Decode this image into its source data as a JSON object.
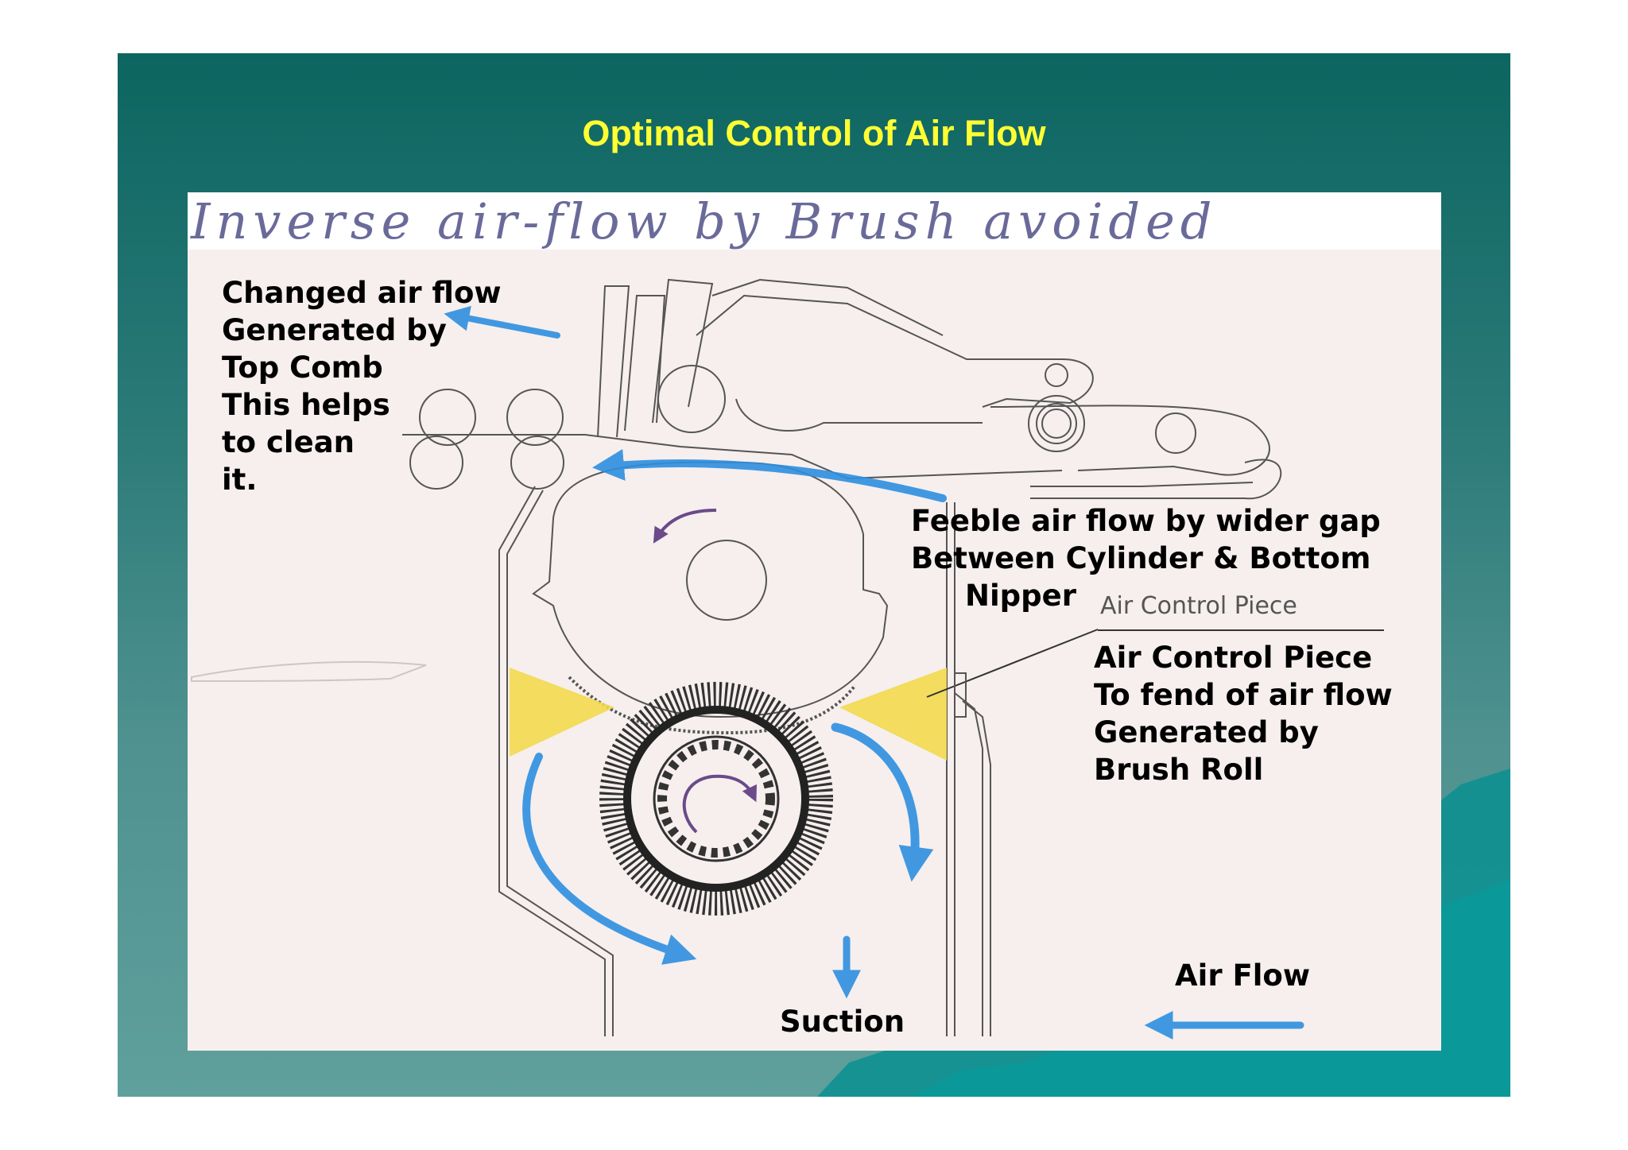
{
  "slide": {
    "title": "Optimal Control of Air Flow"
  },
  "figure": {
    "handwritten_title": "Inverse air-flow by Brush avoided",
    "labels": {
      "top_comb": [
        "Changed air flow",
        "Generated by",
        "Top Comb",
        "This helps",
        "to clean",
        "it."
      ],
      "feeble": [
        "Feeble air flow by wider gap",
        "Between Cylinder & Bottom",
        "Nipper"
      ],
      "air_control_piece_caption": "Air Control Piece",
      "air_control_piece": [
        "Air Control Piece",
        "To fend of air flow",
        "Generated by",
        "Brush Roll"
      ],
      "suction": "Suction",
      "air_flow_legend": "Air Flow"
    }
  },
  "colors": {
    "title": "#ffff33",
    "arrow_blue": "#2e8fe0",
    "control_piece_yellow": "#f3d94e",
    "figure_background": "#f6efee",
    "line_gray": "#555555",
    "handwriting": "#6a6a9a"
  }
}
